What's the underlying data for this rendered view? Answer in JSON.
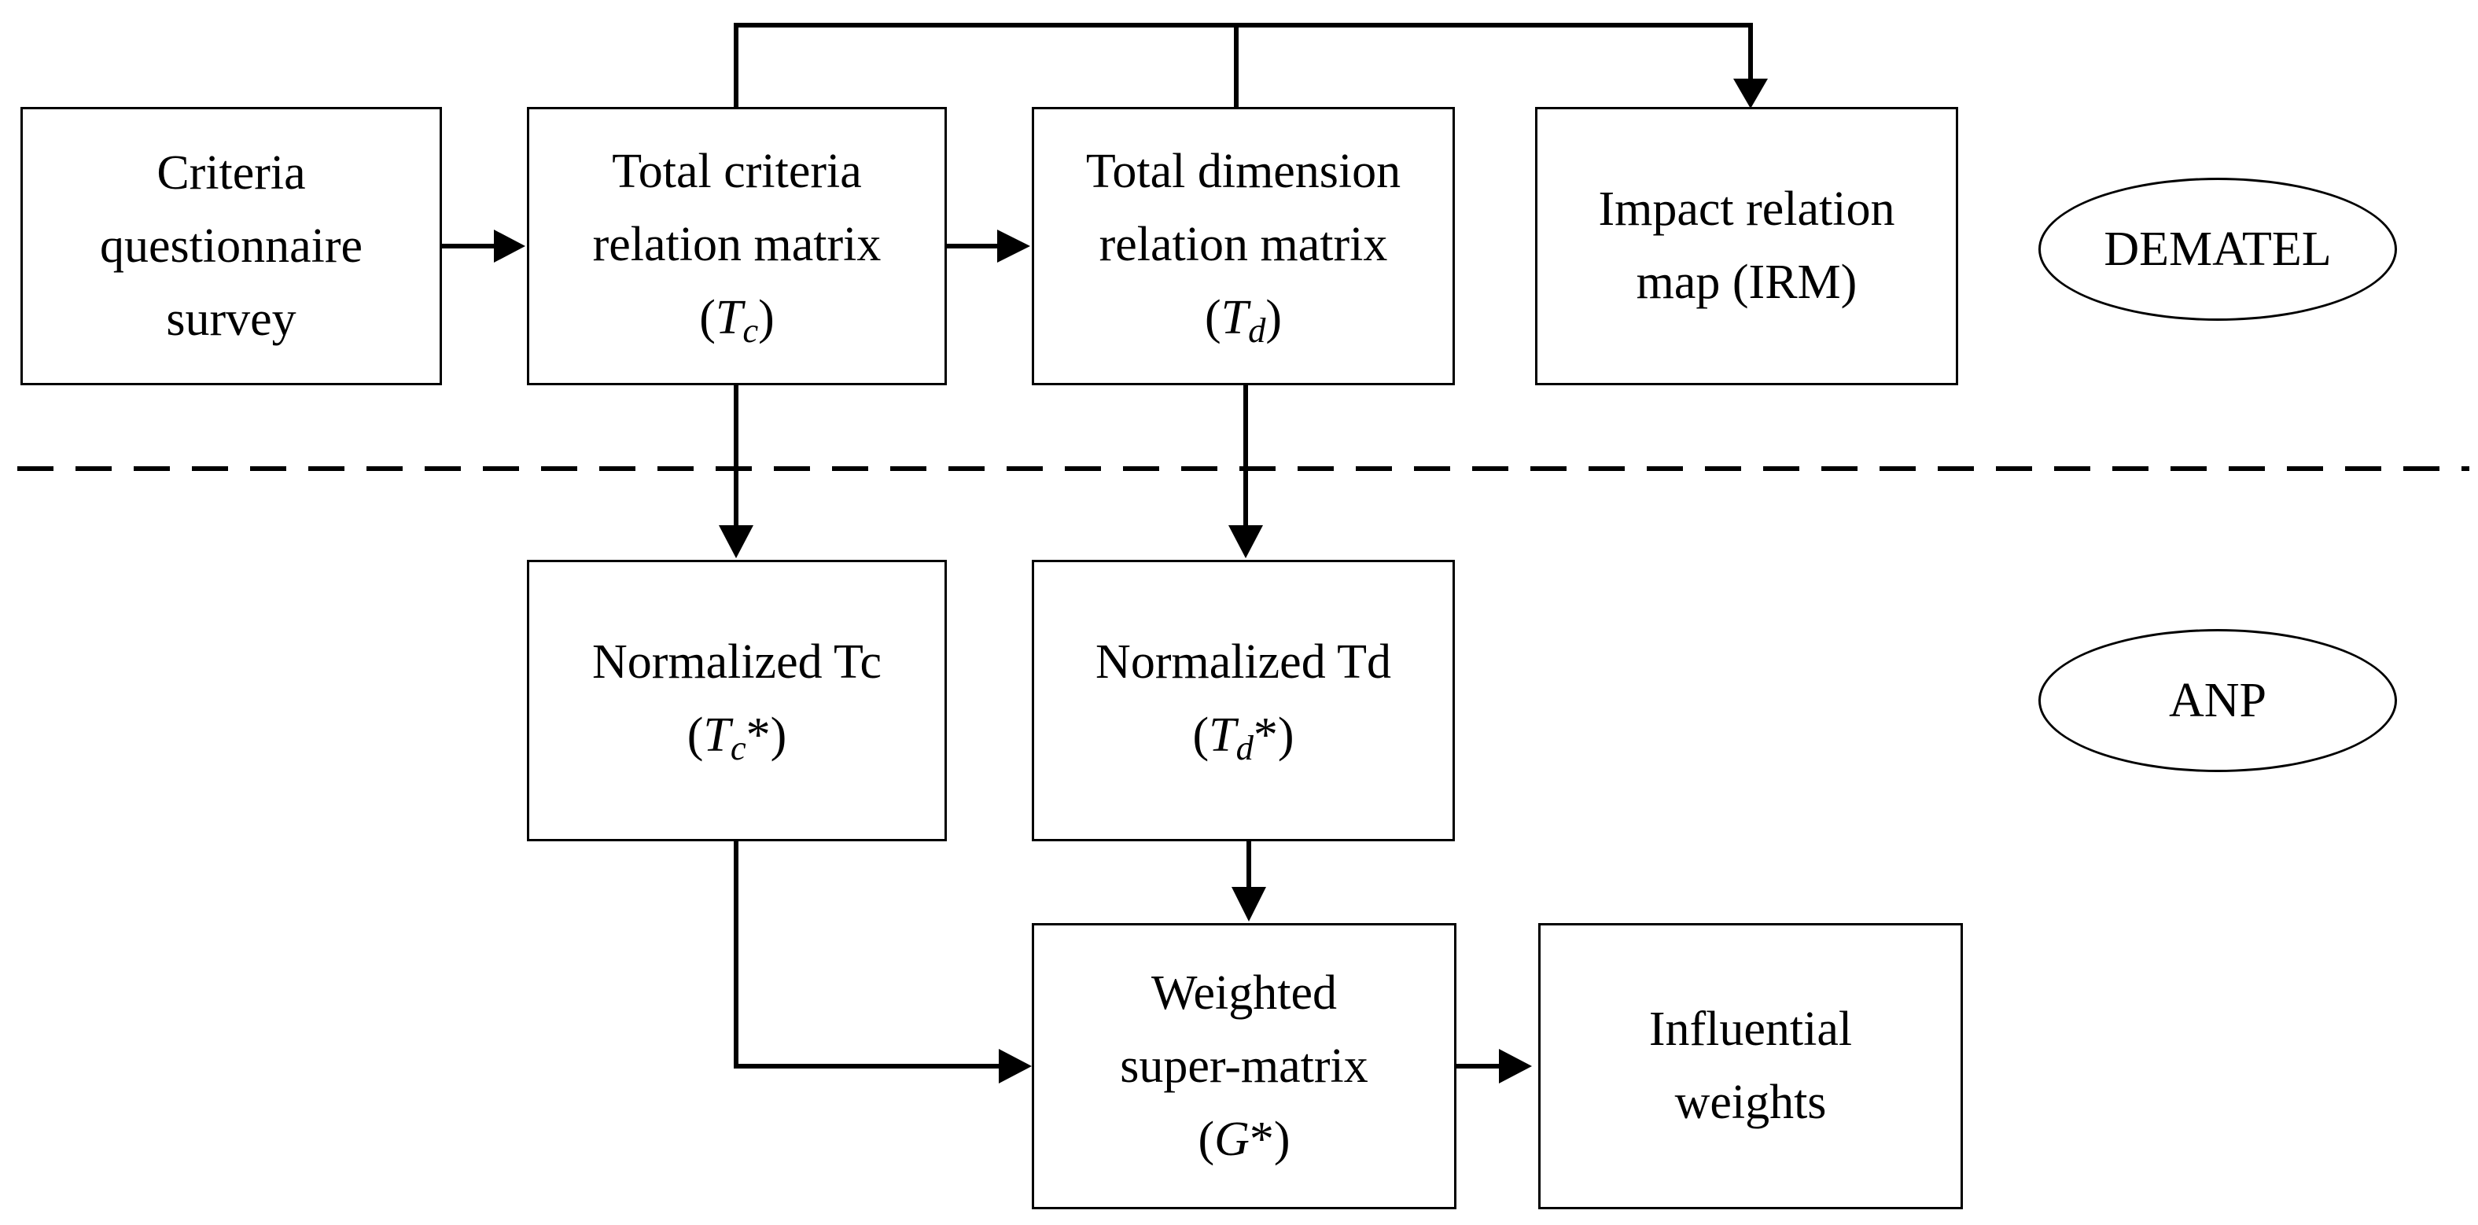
{
  "boxes": {
    "criteria_survey": {
      "lines": [
        "Criteria",
        "questionnaire",
        "survey"
      ]
    },
    "total_criteria": {
      "lines": [
        "Total criteria",
        "relation matrix"
      ],
      "sym_open": "(",
      "sym_main": "T",
      "sym_sub": "c",
      "sym_close": ")"
    },
    "total_dimension": {
      "lines": [
        "Total dimension",
        "relation matrix"
      ],
      "sym_open": "(",
      "sym_main": "T",
      "sym_sub": "d",
      "sym_close": ")"
    },
    "impact_map": {
      "lines": [
        "Impact relation",
        "map (IRM)"
      ]
    },
    "normalized_tc": {
      "lines": [
        "Normalized Tc"
      ],
      "sym_open": "(",
      "sym_main": "T",
      "sym_sub": "c",
      "sym_close": "*)"
    },
    "normalized_td": {
      "lines": [
        "Normalized Td"
      ],
      "sym_open": "(",
      "sym_main": "T",
      "sym_sub": "d",
      "sym_close": "*)"
    },
    "weighted_supermatrix": {
      "lines": [
        "Weighted",
        "super-matrix"
      ],
      "sym_open": "(",
      "sym_main": "G",
      "sym_close": "*)"
    },
    "influential_weights": {
      "lines": [
        "Influential",
        "weights"
      ]
    }
  },
  "phases": {
    "top": "DEMATEL",
    "bottom": "ANP"
  }
}
